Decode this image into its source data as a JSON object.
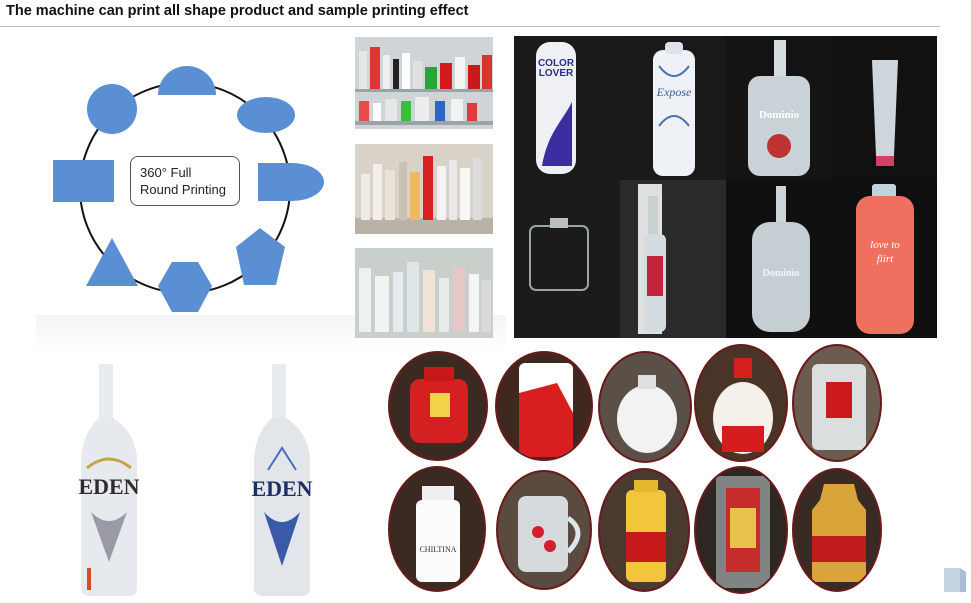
{
  "title": "The machine can print all shape product and sample printing effect",
  "diagram": {
    "center_line1": "360° Full",
    "center_line2": "Round Printing",
    "shape_color": "#5b8fd4",
    "ring_color": "#111111",
    "shapes": [
      "half-circle",
      "ellipse",
      "d-shape",
      "pentagon",
      "hexagon",
      "triangle",
      "rectangle",
      "circle"
    ]
  },
  "labels": {
    "color_lover_1": "COLOR",
    "color_lover_2": "LOVER",
    "expose": "Expose",
    "dominio": "Dominio",
    "love_to_flirt_1": "love to",
    "love_to_flirt_2": "flirt",
    "eden": "EDEN",
    "chiltina": "CHILTINA"
  },
  "colors": {
    "accent_red": "#c41e1e",
    "oval_border": "#6a1a1a",
    "photo_dark": "#151515"
  },
  "icons": {
    "nav": "slide-nav-icon"
  }
}
